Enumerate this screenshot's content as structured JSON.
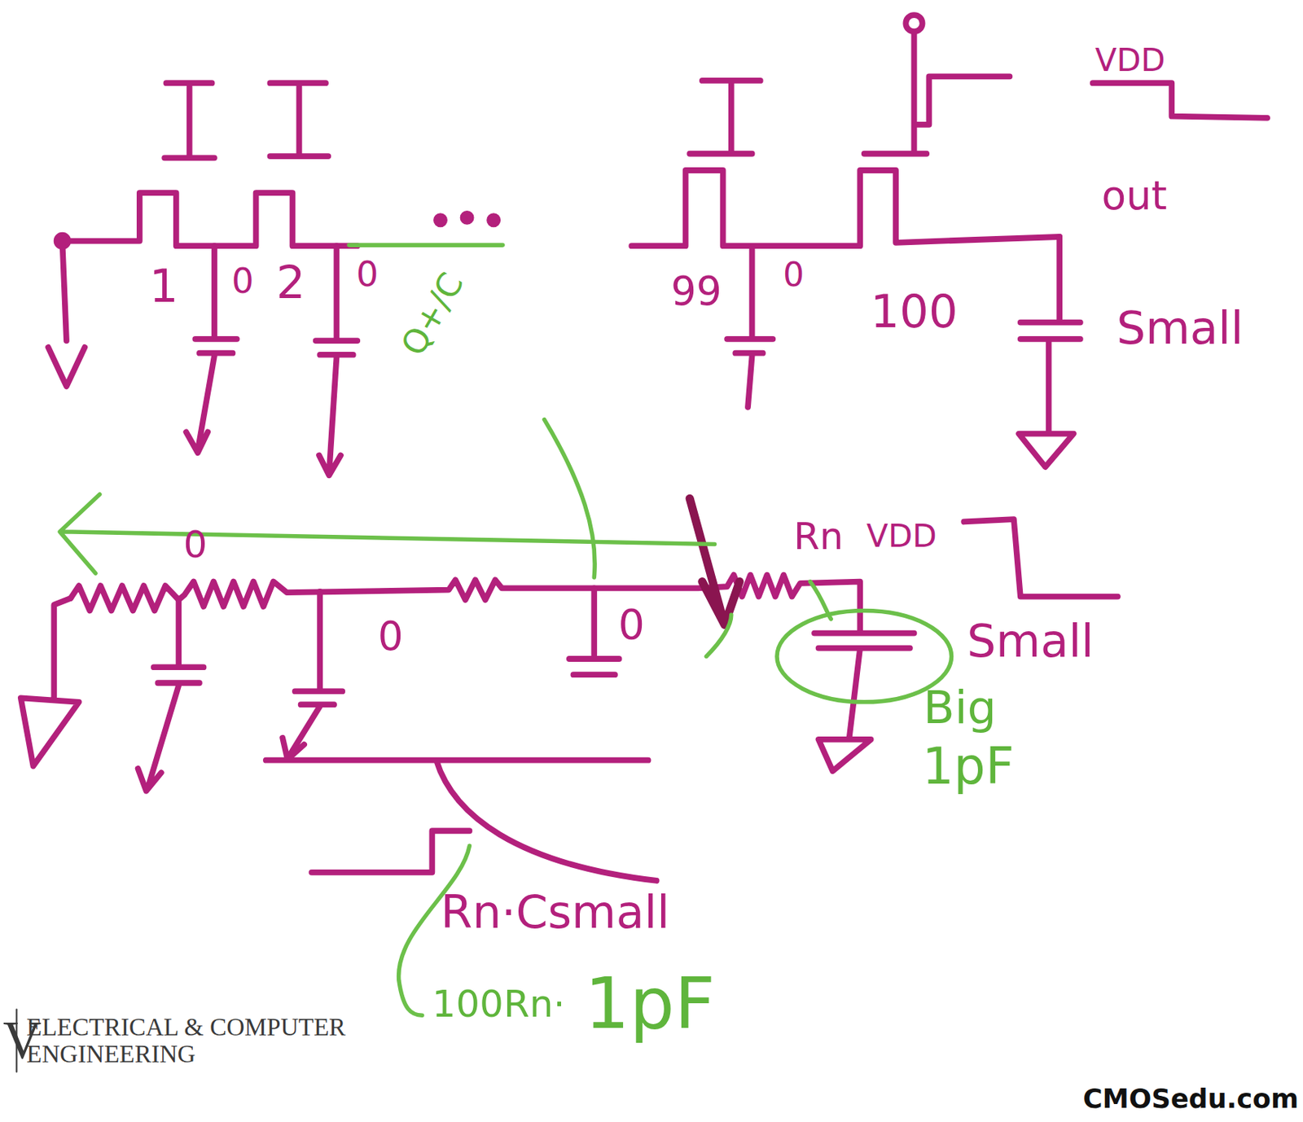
{
  "diagram": {
    "labels": [
      "VDD",
      "out",
      "1",
      "0",
      "2",
      "0",
      "Q+/C",
      "99",
      "0",
      "100",
      "Small",
      "0",
      "Rn",
      "VDD",
      "0",
      "0",
      "Small",
      "Big",
      "1pF",
      "Rn·Csmall",
      "100Rn·",
      "1pF",
      "V",
      "ELECTRICAL & COMPUTER ENGINEERING",
      "CMOSedu.com"
    ]
  }
}
